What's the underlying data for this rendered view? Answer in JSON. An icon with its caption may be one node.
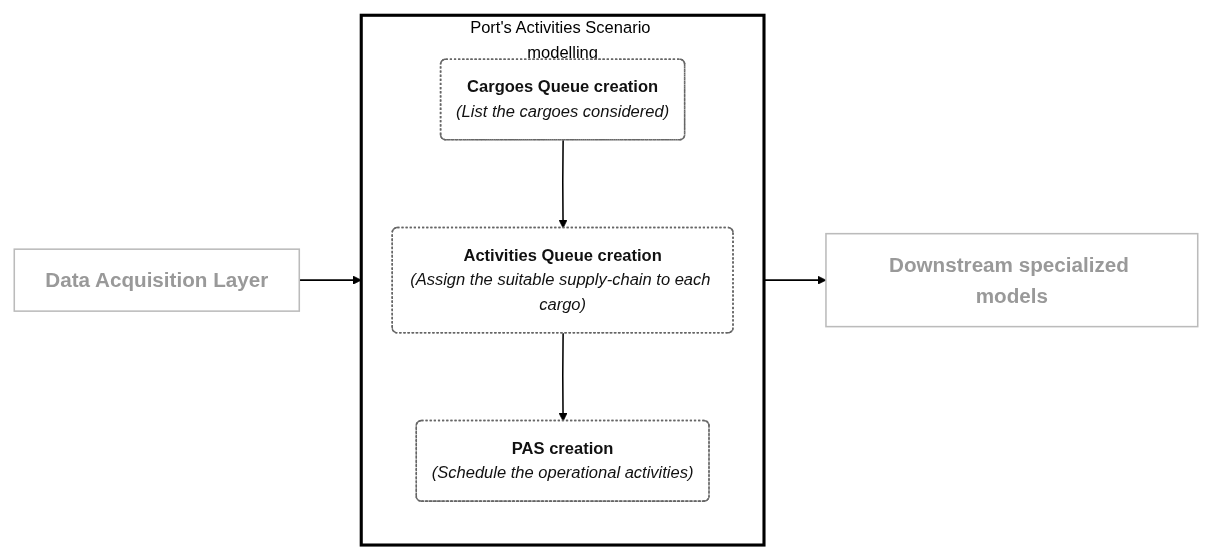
{
  "diagram": {
    "nodes": [
      {
        "text": [
          "Data Acquisition Layer"
        ]
      },
      {
        "text": [
          "Port's Activities Scenario modelling"
        ]
      },
      {
        "text": [
          "Cargoes Queue creation",
          "(List the cargoes considered)"
        ],
        "in": 1
      },
      {
        "text": [
          "Activities Queue creation",
          "(Assign the suitable supply-chain to each cargo)"
        ],
        "in": 1
      },
      {
        "text": [
          "PAS creation",
          "(Schedule the operational activities)"
        ],
        "in": 1
      },
      {
        "text": [
          "Downstream specialized models"
        ]
      }
    ],
    "edges": [
      {
        "from": 0,
        "to": 1,
        "arrow": "to"
      },
      {
        "from": 2,
        "to": 3,
        "arrow": "to"
      },
      {
        "from": 3,
        "to": 4,
        "arrow": "to"
      },
      {
        "from": 1,
        "to": 5,
        "arrow": "to"
      }
    ]
  }
}
